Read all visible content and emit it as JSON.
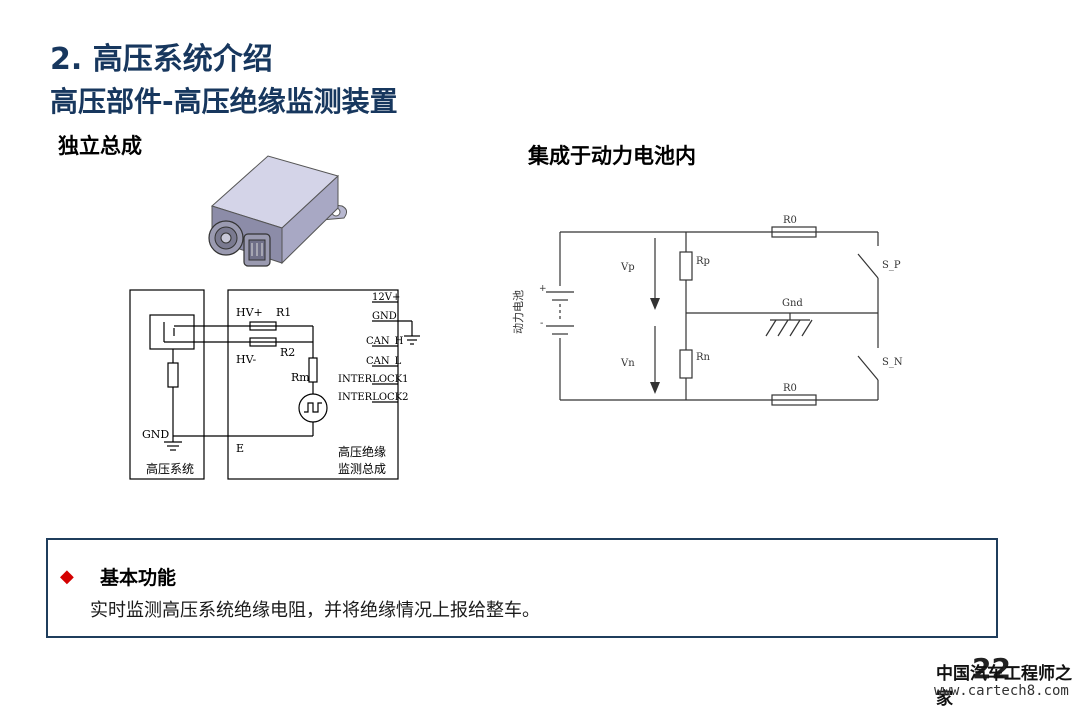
{
  "title": "2. 高压系统介绍",
  "subtitle": "高压部件-高压绝缘监测装置",
  "left_section": {
    "heading": "独立总成",
    "diagram": {
      "labels": {
        "hv_plus": "HV+",
        "r1": "R1",
        "r2": "R2",
        "hv_minus": "HV-",
        "rm": "Rm",
        "gnd": "GND",
        "e": "E",
        "system": "高压系统",
        "module_line1": "高压绝缘",
        "module_line2": "监测总成"
      },
      "pins": [
        "12V+",
        "GND",
        "CAN_H",
        "CAN_L",
        "INTERLOCK1",
        "INTERLOCK2"
      ]
    }
  },
  "right_section": {
    "heading": "集成于动力电池内",
    "diagram": {
      "labels": {
        "battery": "动力电池",
        "vp": "Vp",
        "vn": "Vn",
        "rp": "Rp",
        "rn": "Rn",
        "r0_top": "R0",
        "r0_bottom": "R0",
        "gnd": "Gnd",
        "s_p": "S_P",
        "s_n": "S_N",
        "plus": "+",
        "minus": "-"
      }
    }
  },
  "function_box": {
    "heading": "基本功能",
    "description": "实时监测高压系统绝缘电阻，并将绝缘情况上报给整车。"
  },
  "page_number": "22",
  "watermark": {
    "line1": "中国汽车工程师之家",
    "line2": "www.cartech8.com"
  },
  "colors": {
    "title": "#17375e",
    "box_border": "#1f3d5c",
    "bullet": "#d40000"
  }
}
